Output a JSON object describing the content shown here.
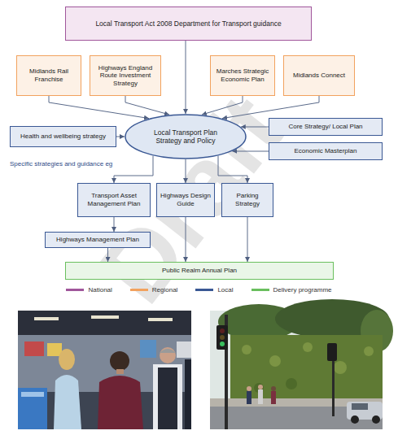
{
  "diagram": {
    "nodes": [
      {
        "text": [
          "Local Transport Act 2008 Department for Transport guidance"
        ]
      },
      {
        "text": [
          "Midlands Rail Franchise"
        ]
      },
      {
        "text": [
          "Highways England Route Investment Strategy"
        ]
      },
      {
        "text": [
          "Marches Strategic Economic Plan"
        ]
      },
      {
        "text": [
          "Midlands Connect"
        ]
      },
      {
        "text": [
          "Health and wellbeing strategy"
        ]
      },
      {
        "text": [
          "Local Transport Plan Strategy and Policy"
        ]
      },
      {
        "text": [
          "Core Strategy/ Local Plan"
        ]
      },
      {
        "text": [
          "Economic Masterplan"
        ]
      },
      {
        "text": [
          "Transport Asset Management Plan"
        ]
      },
      {
        "text": [
          "Highways Design Guide"
        ]
      },
      {
        "text": [
          "Parking Strategy"
        ]
      },
      {
        "text": [
          "Highways Management Plan"
        ]
      },
      {
        "text": [
          "Public Realm Annual Plan"
        ]
      }
    ],
    "edges": [
      {
        "from": 0,
        "to": 6,
        "arrow": "to"
      },
      {
        "from": 1,
        "to": 6,
        "arrow": "to"
      },
      {
        "from": 2,
        "to": 6,
        "arrow": "to"
      },
      {
        "from": 3,
        "to": 6,
        "arrow": "to"
      },
      {
        "from": 4,
        "to": 6,
        "arrow": "to"
      },
      {
        "from": 5,
        "to": 6,
        "arrow": "to"
      },
      {
        "from": 7,
        "to": 6,
        "arrow": "to"
      },
      {
        "from": 8,
        "to": 6,
        "arrow": "to"
      },
      {
        "from": 6,
        "to": 9,
        "arrow": "to"
      },
      {
        "from": 6,
        "to": 10,
        "arrow": "to"
      },
      {
        "from": 6,
        "to": 11,
        "arrow": "to"
      },
      {
        "from": 9,
        "to": 12,
        "arrow": "to"
      },
      {
        "from": 12,
        "to": 13,
        "arrow": "to"
      },
      {
        "from": 10,
        "to": 13,
        "arrow": "to"
      },
      {
        "from": 11,
        "to": 13,
        "arrow": "to"
      }
    ],
    "labels": [
      "Specific strategies and guidance eg",
      "Draft"
    ],
    "legend": [
      {
        "text": "National",
        "color": "#a0569b"
      },
      {
        "text": "Regional",
        "color": "#f2a25e"
      },
      {
        "text": "Local",
        "color": "#3a5894"
      },
      {
        "text": "Delivery programme",
        "color": "#6abf5e"
      }
    ]
  }
}
